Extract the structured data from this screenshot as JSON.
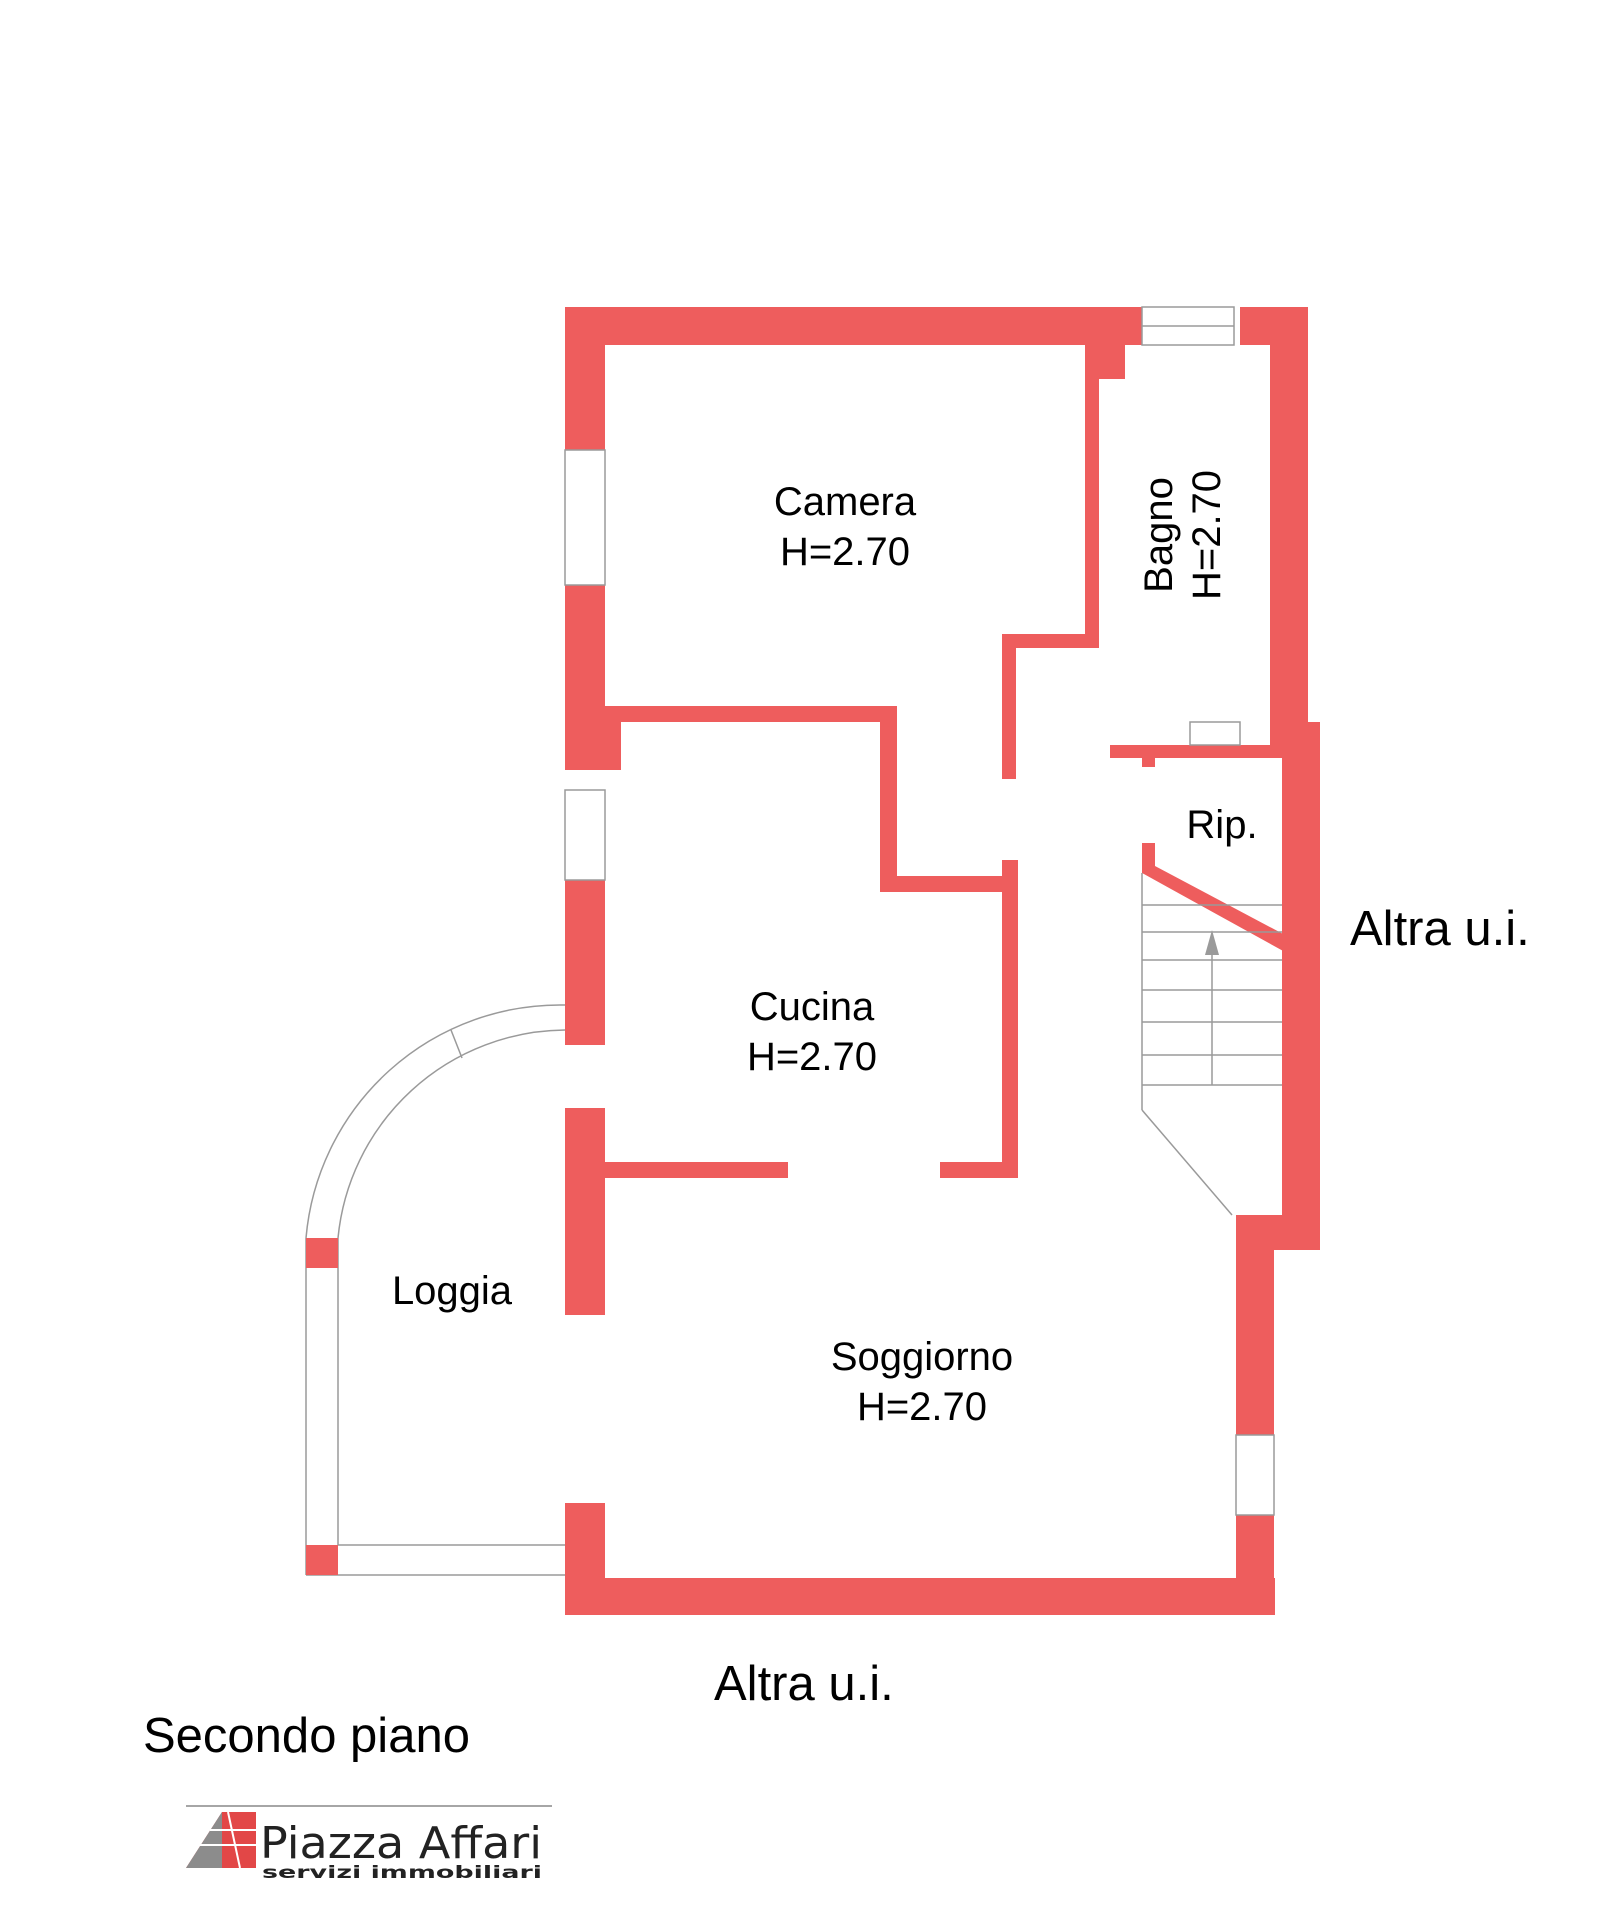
{
  "rooms": {
    "camera": {
      "name": "Camera",
      "height": "H=2.70"
    },
    "bagno": {
      "name": "Bagno",
      "height": "H=2.70"
    },
    "rip": {
      "name": "Rip."
    },
    "cucina": {
      "name": "Cucina",
      "height": "H=2.70"
    },
    "soggiorno": {
      "name": "Soggiorno",
      "height": "H=2.70"
    },
    "loggia": {
      "name": "Loggia"
    }
  },
  "neighbors": {
    "right": "Altra u.i.",
    "bottom": "Altra u.i."
  },
  "floor_label": "Secondo piano",
  "logo": {
    "name": "Piazza Affari",
    "tagline": "servizi immobiliari"
  },
  "colors": {
    "wall": "#ee5d5d",
    "thin_line": "#9a9a9a"
  }
}
